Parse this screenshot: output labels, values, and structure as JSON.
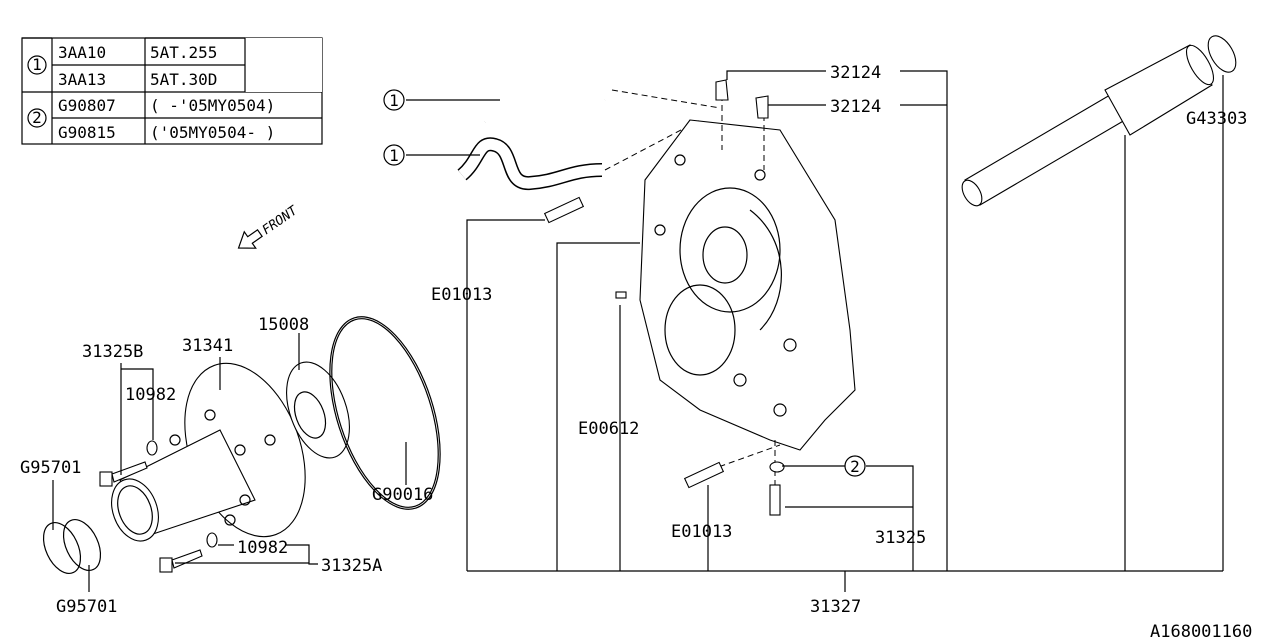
{
  "legend_table": {
    "rows": [
      {
        "ref": "1",
        "code": "3AA10",
        "desc": "5AT.255"
      },
      {
        "ref": "1",
        "code": "3AA13",
        "desc": "5AT.30D"
      },
      {
        "ref": "2",
        "code": "G90807",
        "desc": "(  -'05MY0504)"
      },
      {
        "ref": "2",
        "code": "G90815",
        "desc": "('05MY0504-  )"
      }
    ]
  },
  "front_label": "FRONT",
  "callouts": {
    "ref1_a": "1",
    "ref1_b": "1",
    "ref2": "2",
    "p32124_a": "32124",
    "p32124_b": "32124",
    "g43303": "G43303",
    "e01013_a": "E01013",
    "e00612": "E00612",
    "e01013_b": "E01013",
    "p31325": "31325",
    "p31327": "31327",
    "p31325b": "31325B",
    "p31341": "31341",
    "p15008": "15008",
    "p10982_a": "10982",
    "g95701_a": "G95701",
    "g90016": "G90016",
    "p10982_b": "10982",
    "p31325a": "31325A",
    "g95701_b": "G95701"
  },
  "diagram_id": "A168001160"
}
